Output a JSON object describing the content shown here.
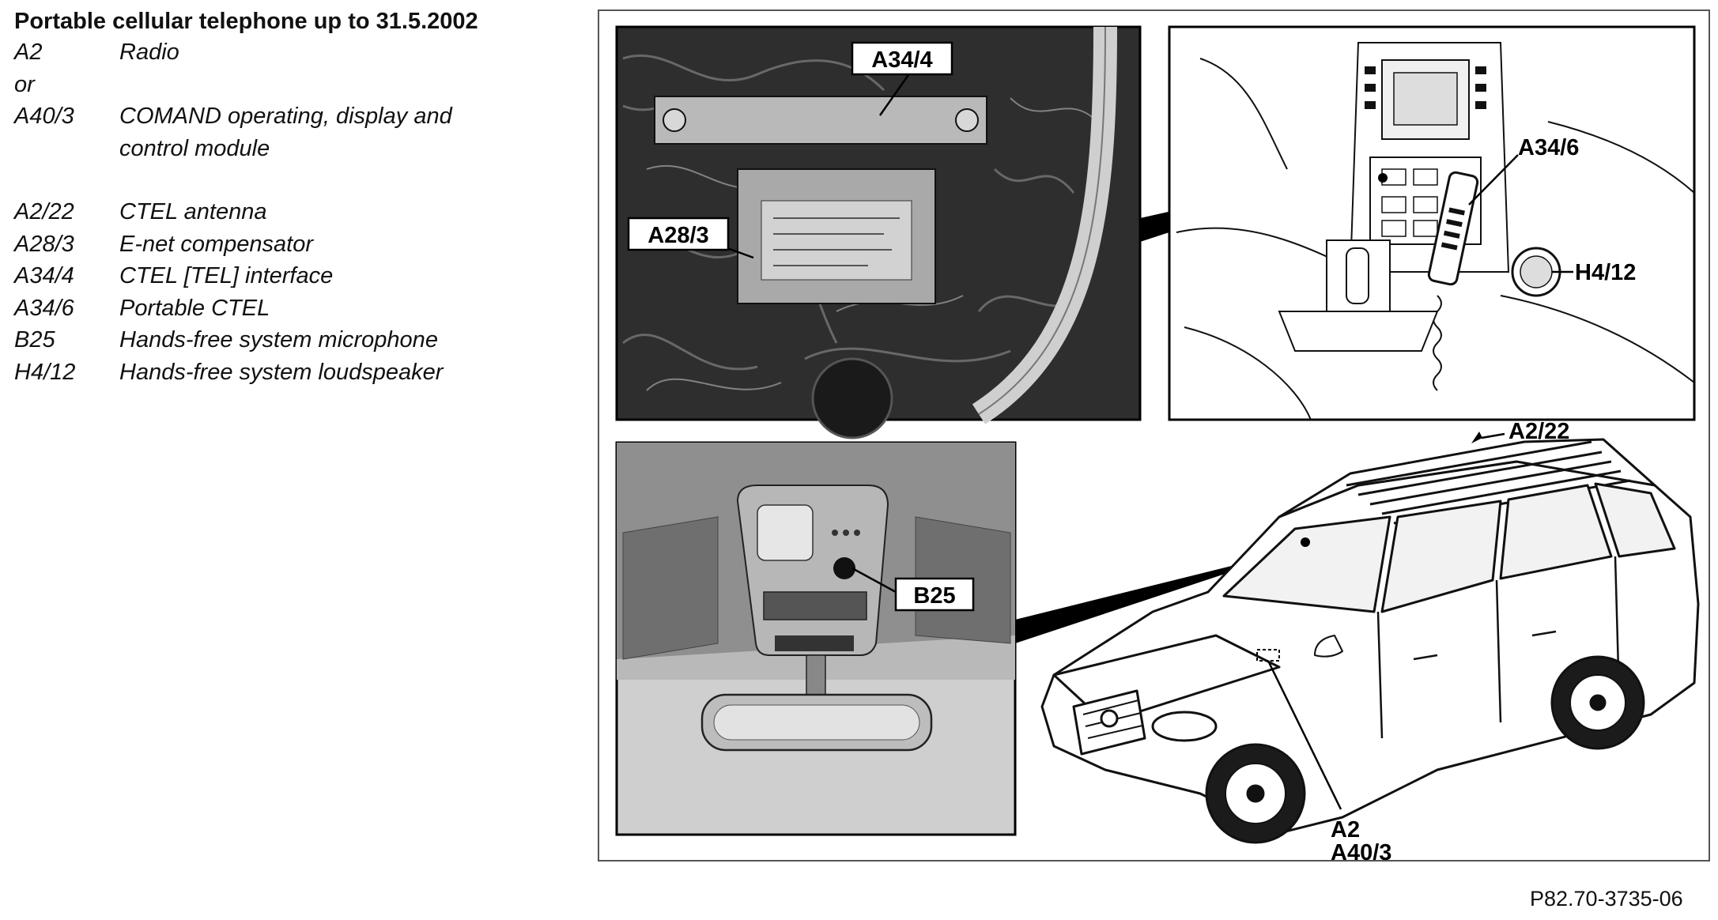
{
  "legend": {
    "title": "Portable cellular telephone up to 31.5.2002",
    "rows": [
      {
        "code": "A2",
        "desc": "Radio"
      },
      {
        "code": "or",
        "desc": ""
      },
      {
        "code": "A40/3",
        "desc": "COMAND operating, display and"
      },
      {
        "code": "",
        "desc": "control module"
      },
      {
        "gap": true
      },
      {
        "code": "A2/22",
        "desc": "CTEL antenna"
      },
      {
        "code": "A28/3",
        "desc": "E-net compensator"
      },
      {
        "code": "A34/4",
        "desc": "CTEL [TEL] interface"
      },
      {
        "code": "A34/6",
        "desc": "Portable CTEL"
      },
      {
        "code": "B25",
        "desc": "Hands-free system microphone"
      },
      {
        "code": "H4/12",
        "desc": "Hands-free system loudspeaker"
      }
    ]
  },
  "callouts": {
    "a34_4": "A34/4",
    "a28_3": "A28/3",
    "a34_6": "A34/6",
    "h4_12": "H4/12",
    "b25": "B25",
    "a2_22": "A2/22",
    "a2": "A2",
    "a40_3": "A40/3"
  },
  "figure_ref": "P82.70-3735-06",
  "colors": {
    "photo_dark": "#2b2b2b",
    "panel_grey": "#a9a9a9",
    "line": "#000000"
  }
}
